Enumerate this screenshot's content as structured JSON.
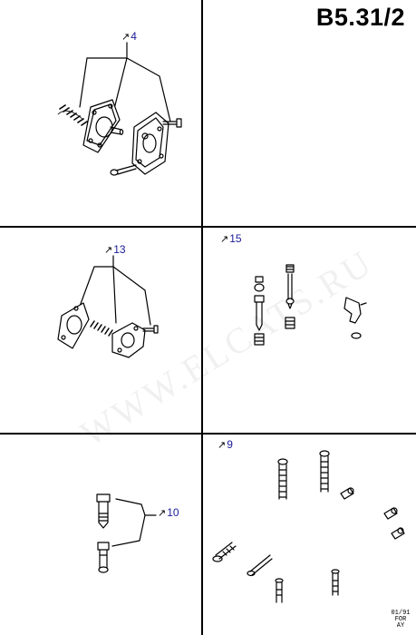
{
  "sheet": {
    "code": "B5.31/2",
    "date_code": [
      "01/91",
      "FOR",
      "AY"
    ]
  },
  "watermark": "WWW.ELCATS.RU",
  "panels": [
    {
      "callout": "4"
    },
    {
      "callout": "13"
    },
    {
      "callout": "15"
    },
    {
      "callout": "10"
    },
    {
      "callout": "9"
    }
  ],
  "colors": {
    "line": "#000000",
    "callout_text": "#1a1a99"
  },
  "callout_prefix_icon": "dagger-mark-icon"
}
